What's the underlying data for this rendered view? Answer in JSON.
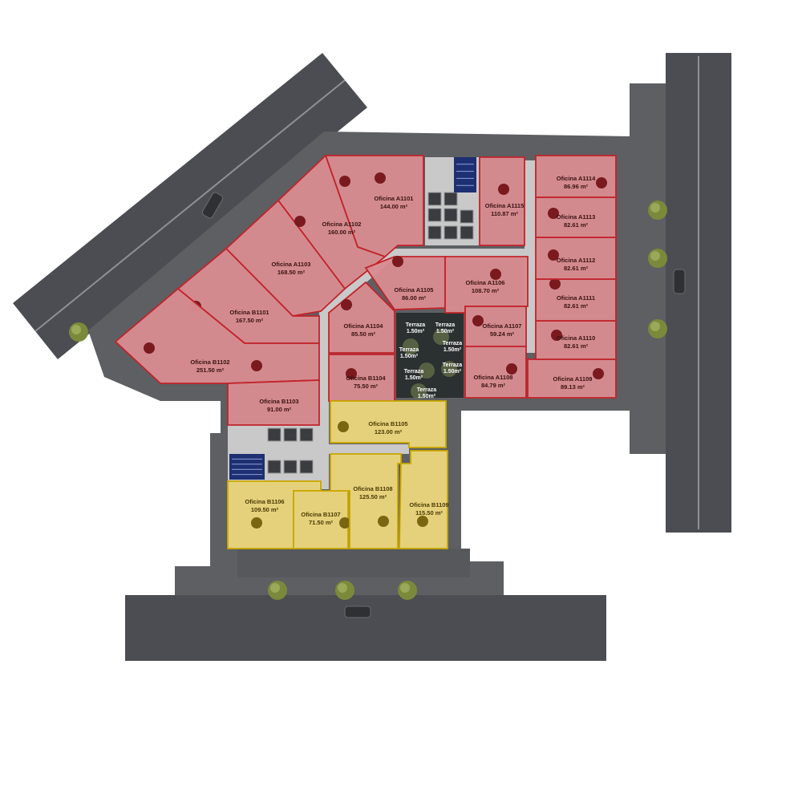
{
  "colors": {
    "background": "#ffffff",
    "road": "#4b4d52",
    "road_line": "#8e9096",
    "ground": "#5d5f62",
    "corridor": "#c9c9c9",
    "red_fill": "#d98c90",
    "red_stroke": "#c2232b",
    "yellow_fill": "#ecd77c",
    "yellow_stroke": "#c9a700",
    "dot_red": "#7a1a1f",
    "dot_yellow": "#7a6512",
    "terrace": "#2b3030",
    "stair_blue": "#1e2f72",
    "tree": "#7b8a3a"
  },
  "units": [
    {
      "id": "A1101",
      "name": "Oficina A1101",
      "area": "144.00 m²",
      "status": "red"
    },
    {
      "id": "A1102",
      "name": "Oficina A1102",
      "area": "160.00 m²",
      "status": "red"
    },
    {
      "id": "A1103",
      "name": "Oficina A1103",
      "area": "168.50 m²",
      "status": "red"
    },
    {
      "id": "B1101",
      "name": "Oficina B1101",
      "area": "167.50 m²",
      "status": "red"
    },
    {
      "id": "B1102",
      "name": "Oficina B1102",
      "area": "251.50 m²",
      "status": "red"
    },
    {
      "id": "B1103",
      "name": "Oficina B1103",
      "area": "91.00 m²",
      "status": "red"
    },
    {
      "id": "A1104",
      "name": "Oficina A1104",
      "area": "85.50 m²",
      "status": "red"
    },
    {
      "id": "B1104",
      "name": "Oficina B1104",
      "area": "75.50 m²",
      "status": "red"
    },
    {
      "id": "A1105",
      "name": "Oficina A1105",
      "area": "86.00 m²",
      "status": "red"
    },
    {
      "id": "A1106",
      "name": "Oficina A1106",
      "area": "108.70 m²",
      "status": "red"
    },
    {
      "id": "A1107",
      "name": "Oficina A1107",
      "area": "59.24 m²",
      "status": "red"
    },
    {
      "id": "A1108",
      "name": "Oficina A1108",
      "area": "84.79 m²",
      "status": "red"
    },
    {
      "id": "A1109",
      "name": "Oficina A1109",
      "area": "89.13 m²",
      "status": "red"
    },
    {
      "id": "A1110",
      "name": "Oficina A1110",
      "area": "82.61 m²",
      "status": "red"
    },
    {
      "id": "A1111",
      "name": "Oficina A1111",
      "area": "82.61 m²",
      "status": "red"
    },
    {
      "id": "A1112",
      "name": "Oficina A1112",
      "area": "82.61 m²",
      "status": "red"
    },
    {
      "id": "A1113",
      "name": "Oficina A1113",
      "area": "82.61 m²",
      "status": "red"
    },
    {
      "id": "A1114",
      "name": "Oficina A1114",
      "area": "86.96 m²",
      "status": "red"
    },
    {
      "id": "A1115",
      "name": "Oficina A1115",
      "area": "110.87 m²",
      "status": "red"
    },
    {
      "id": "B1105",
      "name": "Oficina B1105",
      "area": "123.00 m²",
      "status": "yellow"
    },
    {
      "id": "B1106",
      "name": "Oficina B1106",
      "area": "109.50 m²",
      "status": "yellow"
    },
    {
      "id": "B1107",
      "name": "Oficina B1107",
      "area": "71.50 m²",
      "status": "yellow"
    },
    {
      "id": "B1108",
      "name": "Oficina B1108",
      "area": "125.50 m²",
      "status": "yellow"
    },
    {
      "id": "B1109",
      "name": "Oficina B1109",
      "area": "115.50 m²",
      "status": "yellow"
    }
  ],
  "terraces": [
    {
      "name": "Terraza",
      "area": "1.50m²"
    },
    {
      "name": "Terraza",
      "area": "1.50m²"
    },
    {
      "name": "Terraza",
      "area": "1.50m²"
    },
    {
      "name": "Terraza",
      "area": "1.50m²"
    },
    {
      "name": "Terraza",
      "area": "1.50m²"
    },
    {
      "name": "Terraza",
      "area": "1.50m²"
    },
    {
      "name": "Terraza",
      "area": "1.50m²"
    }
  ]
}
